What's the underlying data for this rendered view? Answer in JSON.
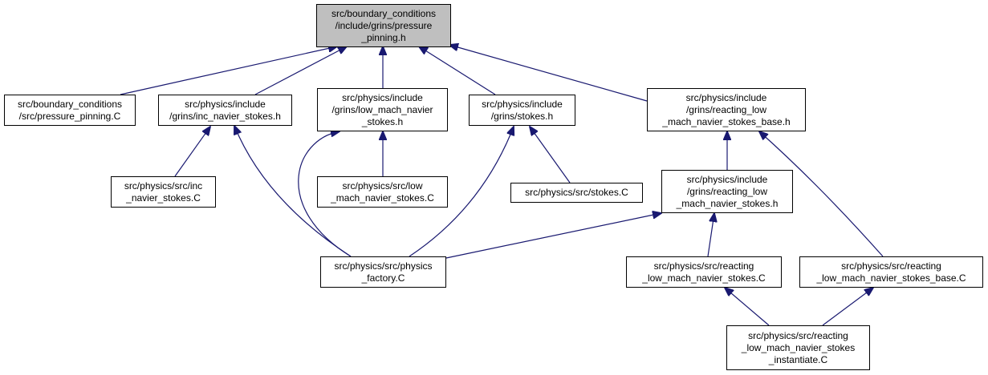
{
  "graph": {
    "title": "",
    "edge_color": "#191970",
    "target_fill": "#bfbfbf",
    "nodes": {
      "root": {
        "lines": [
          "src/boundary_conditions",
          "/include/grins/pressure",
          "_pinning.h"
        ]
      },
      "bc_pressure_c": {
        "lines": [
          "src/boundary_conditions",
          "/src/pressure_pinning.C"
        ]
      },
      "inc_ns_h": {
        "lines": [
          "src/physics/include",
          "/grins/inc_navier_stokes.h"
        ]
      },
      "low_mach_h": {
        "lines": [
          "src/physics/include",
          "/grins/low_mach_navier",
          "_stokes.h"
        ]
      },
      "stokes_h": {
        "lines": [
          "src/physics/include",
          "/grins/stokes.h"
        ]
      },
      "reacting_base_h": {
        "lines": [
          "src/physics/include",
          "/grins/reacting_low",
          "_mach_navier_stokes_base.h"
        ]
      },
      "inc_ns_c": {
        "lines": [
          "src/physics/src/inc",
          "_navier_stokes.C"
        ]
      },
      "low_mach_c": {
        "lines": [
          "src/physics/src/low",
          "_mach_navier_stokes.C"
        ]
      },
      "stokes_c": {
        "lines": [
          "src/physics/src/stokes.C"
        ]
      },
      "reacting_h": {
        "lines": [
          "src/physics/include",
          "/grins/reacting_low",
          "_mach_navier_stokes.h"
        ]
      },
      "physics_factory_c": {
        "lines": [
          "src/physics/src/physics",
          "_factory.C"
        ]
      },
      "reacting_c": {
        "lines": [
          "src/physics/src/reacting",
          "_low_mach_navier_stokes.C"
        ]
      },
      "reacting_base_c": {
        "lines": [
          "src/physics/src/reacting",
          "_low_mach_navier_stokes_base.C"
        ]
      },
      "reacting_instantiate_c": {
        "lines": [
          "src/physics/src/reacting",
          "_low_mach_navier_stokes",
          "_instantiate.C"
        ]
      }
    },
    "edges": [
      {
        "from": "bc_pressure_c",
        "to": "root"
      },
      {
        "from": "inc_ns_h",
        "to": "root"
      },
      {
        "from": "low_mach_h",
        "to": "root"
      },
      {
        "from": "stokes_h",
        "to": "root"
      },
      {
        "from": "reacting_base_h",
        "to": "root"
      },
      {
        "from": "inc_ns_c",
        "to": "inc_ns_h"
      },
      {
        "from": "physics_factory_c",
        "to": "inc_ns_h"
      },
      {
        "from": "low_mach_c",
        "to": "low_mach_h"
      },
      {
        "from": "physics_factory_c",
        "to": "low_mach_h"
      },
      {
        "from": "stokes_c",
        "to": "stokes_h"
      },
      {
        "from": "physics_factory_c",
        "to": "stokes_h"
      },
      {
        "from": "reacting_h",
        "to": "reacting_base_h"
      },
      {
        "from": "reacting_base_c",
        "to": "reacting_base_h"
      },
      {
        "from": "physics_factory_c",
        "to": "reacting_h"
      },
      {
        "from": "reacting_c",
        "to": "reacting_h"
      },
      {
        "from": "reacting_instantiate_c",
        "to": "reacting_c"
      },
      {
        "from": "reacting_instantiate_c",
        "to": "reacting_base_c"
      }
    ]
  }
}
